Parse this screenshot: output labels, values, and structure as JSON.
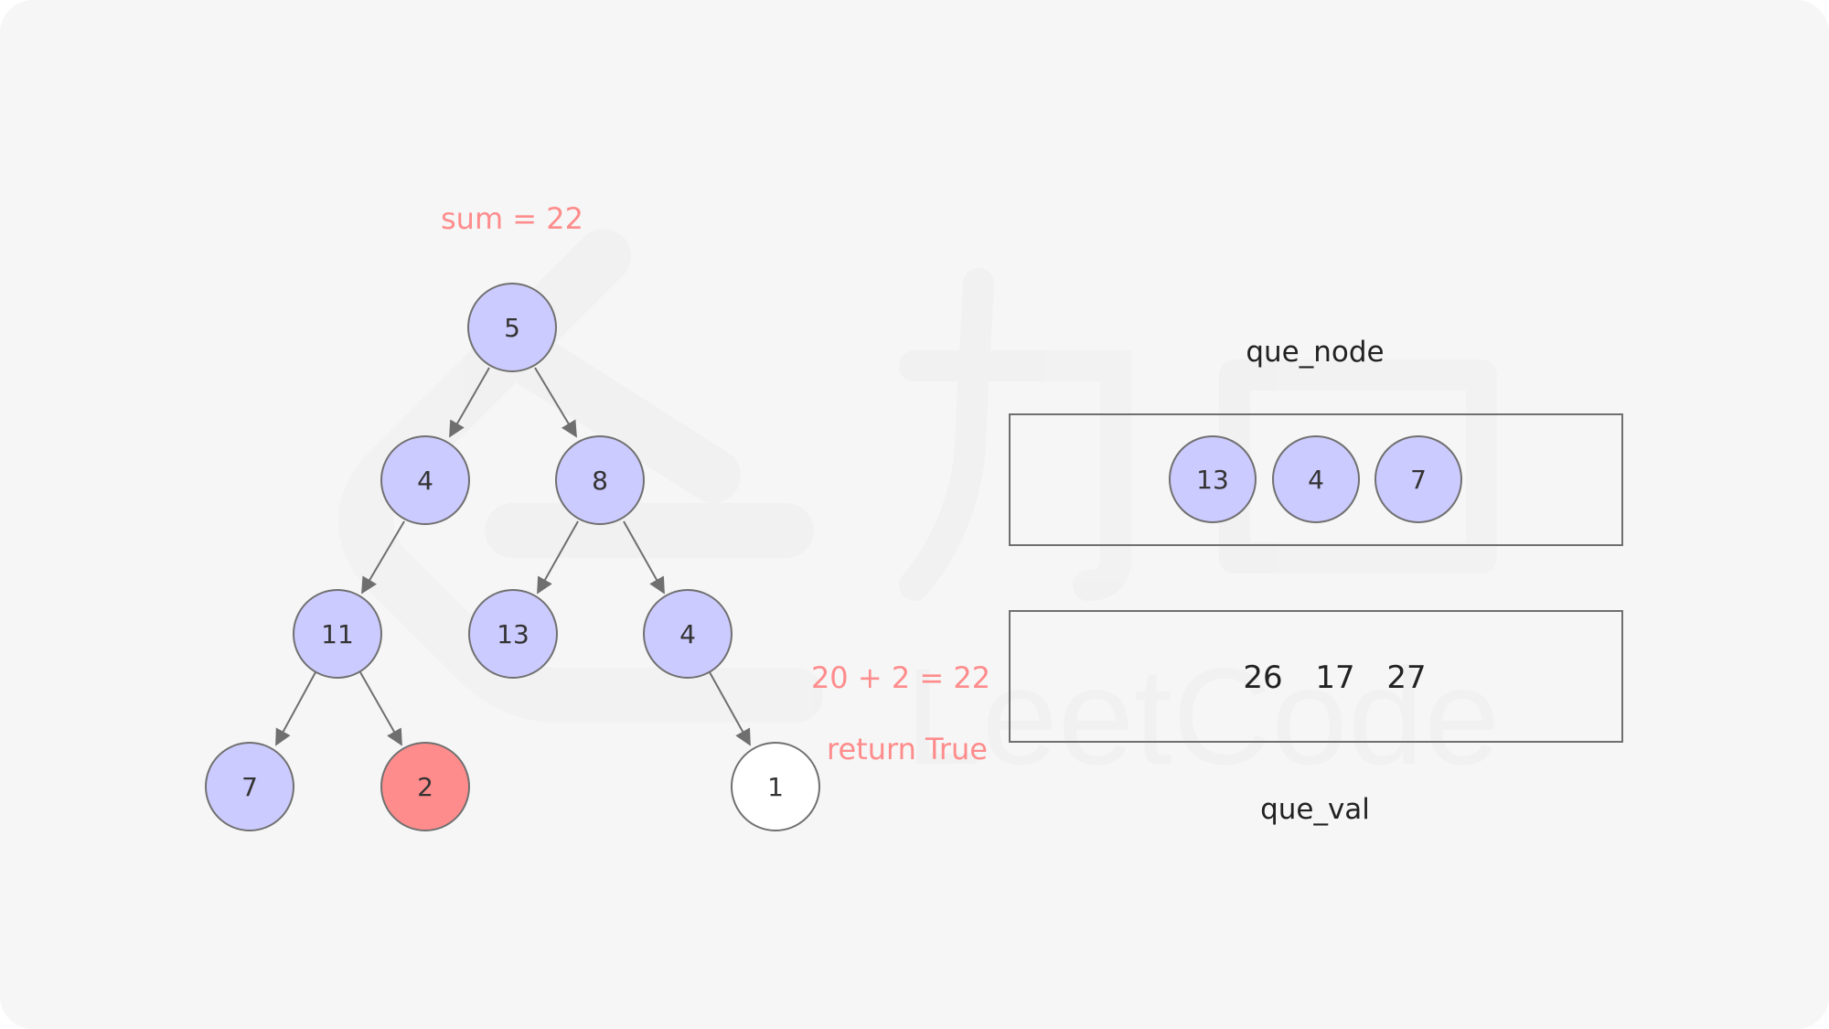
{
  "annotations": {
    "sum_label": "sum = 22",
    "calc_label": "20 + 2 = 22",
    "result_label": "return True"
  },
  "tree": {
    "nodes": [
      {
        "id": "n5",
        "value": "5",
        "state": "visited"
      },
      {
        "id": "n4a",
        "value": "4",
        "state": "visited"
      },
      {
        "id": "n8",
        "value": "8",
        "state": "visited"
      },
      {
        "id": "n11",
        "value": "11",
        "state": "visited"
      },
      {
        "id": "n13",
        "value": "13",
        "state": "visited"
      },
      {
        "id": "n4b",
        "value": "4",
        "state": "visited"
      },
      {
        "id": "n7",
        "value": "7",
        "state": "visited"
      },
      {
        "id": "n2",
        "value": "2",
        "state": "current"
      },
      {
        "id": "n1",
        "value": "1",
        "state": "unvisited"
      }
    ],
    "edges": [
      [
        "n5",
        "n4a"
      ],
      [
        "n5",
        "n8"
      ],
      [
        "n4a",
        "n11"
      ],
      [
        "n8",
        "n13"
      ],
      [
        "n8",
        "n4b"
      ],
      [
        "n11",
        "n7"
      ],
      [
        "n11",
        "n2"
      ],
      [
        "n4b",
        "n1"
      ]
    ]
  },
  "que_node": {
    "label": "que_node",
    "items": [
      "13",
      "4",
      "7"
    ]
  },
  "que_val": {
    "label": "que_val",
    "items": [
      "26",
      "17",
      "27"
    ]
  },
  "colors": {
    "background": "#f6f6f6",
    "visited": "#cccbff",
    "current": "#ff8c8c",
    "unvisited": "#ffffff",
    "stroke": "#707070",
    "annotation": "#ff8c8c",
    "text": "#222222"
  }
}
